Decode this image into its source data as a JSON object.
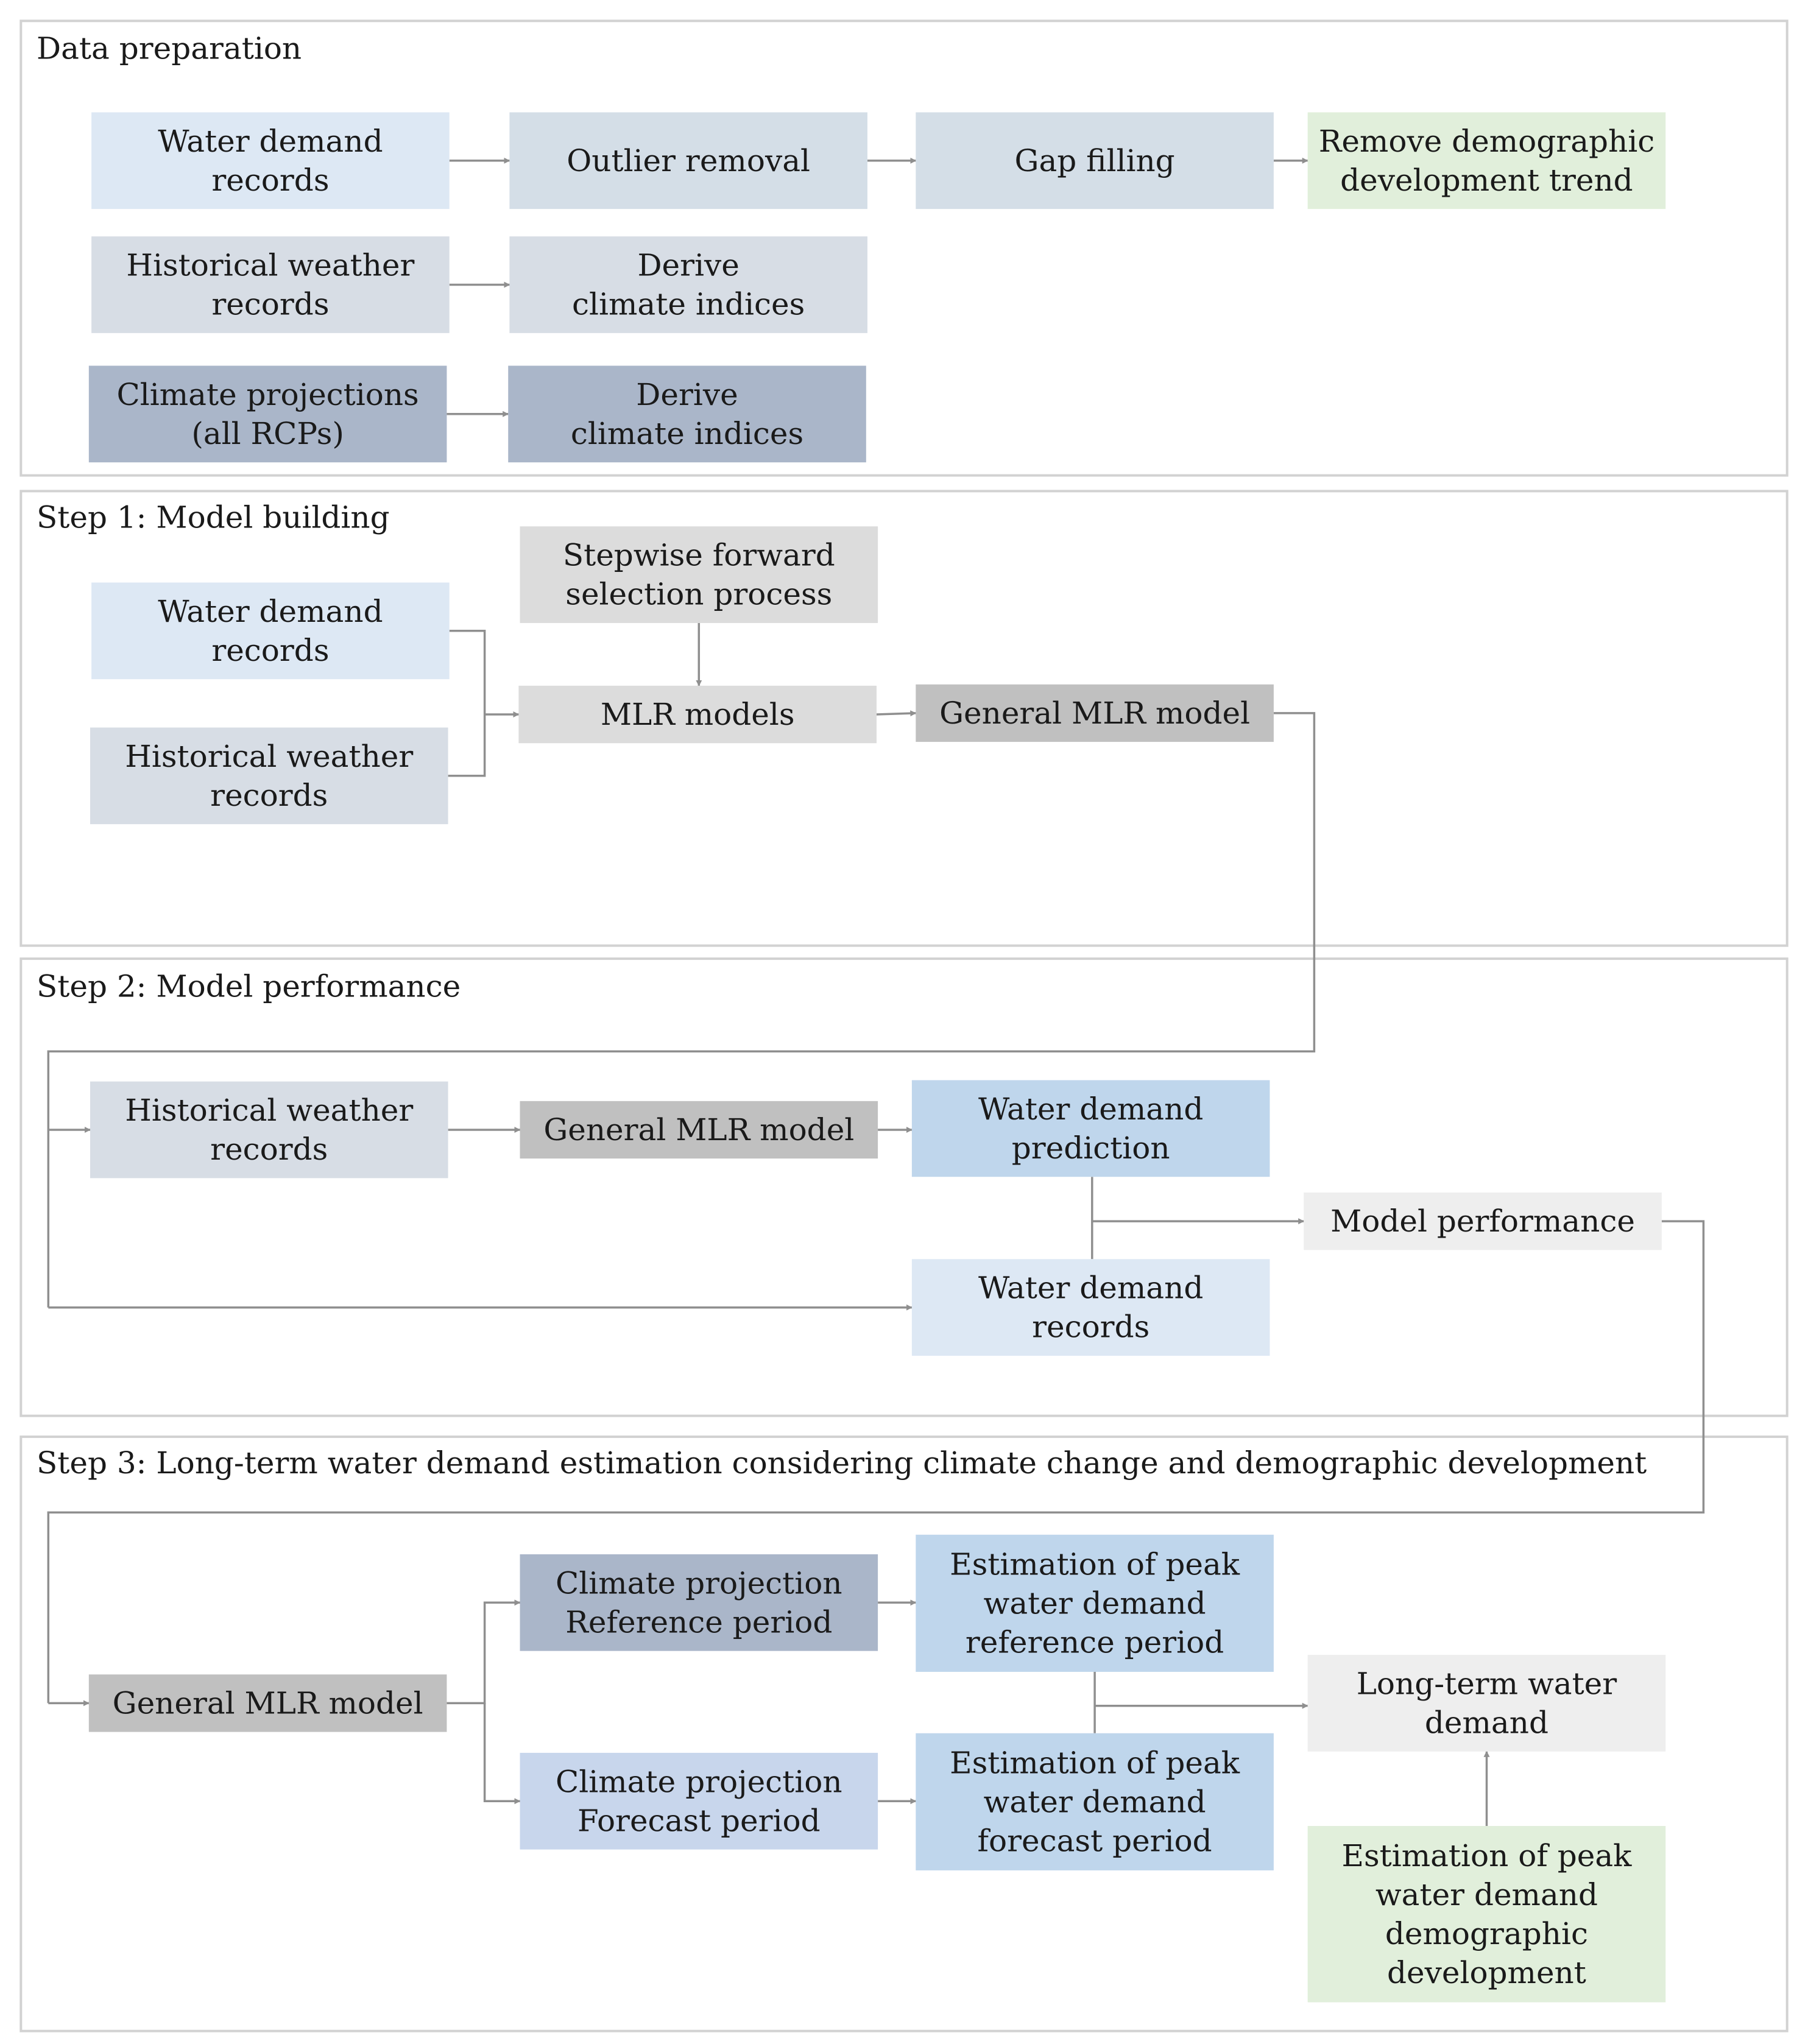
{
  "colors": {
    "records_light_blue": "#dde8f4",
    "process_blue_gray": "#d4dee7",
    "weather_gray_blue": "#d7dde5",
    "projection_slate": "#aab6c9",
    "demographic_green": "#e1efdb",
    "mlr_light_gray": "#dcdcdc",
    "general_mlr_gray": "#c0c0c0",
    "prediction_blue": "#bfd6ec",
    "forecast_blue": "#c8d6ec",
    "output_light_gray": "#eeeeee",
    "frame_border": "#d2d2d2",
    "arrow_gray": "#8f8f8f"
  },
  "sections": [
    {
      "id": "prep",
      "title": "Data preparation"
    },
    {
      "id": "step1",
      "title": "Step 1: Model building"
    },
    {
      "id": "step2",
      "title": "Step 2: Model performance"
    },
    {
      "id": "step3",
      "title": "Step 3: Long-term water demand estimation considering climate change and demographic development"
    }
  ],
  "boxes": {
    "prep_water_demand_records": {
      "lines": [
        "Water demand",
        "records"
      ],
      "color": "records_light_blue"
    },
    "prep_outlier_removal": {
      "lines": [
        "Outlier removal"
      ],
      "color": "process_blue_gray"
    },
    "prep_gap_filling": {
      "lines": [
        "Gap filling"
      ],
      "color": "process_blue_gray"
    },
    "prep_remove_demographic_trend": {
      "lines": [
        "Remove demographic",
        "development trend"
      ],
      "color": "demographic_green"
    },
    "prep_historical_weather_records": {
      "lines": [
        "Historical weather",
        "records"
      ],
      "color": "weather_gray_blue"
    },
    "prep_derive_climate_indices_hist": {
      "lines": [
        "Derive",
        "climate indices"
      ],
      "color": "weather_gray_blue"
    },
    "prep_climate_projections": {
      "lines": [
        "Climate projections",
        "(all RCPs)"
      ],
      "color": "projection_slate"
    },
    "prep_derive_climate_indices_proj": {
      "lines": [
        "Derive",
        "climate indices"
      ],
      "color": "projection_slate"
    },
    "s1_stepwise_selection": {
      "lines": [
        "Stepwise forward",
        "selection process"
      ],
      "color": "mlr_light_gray"
    },
    "s1_water_demand_records": {
      "lines": [
        "Water demand",
        "records"
      ],
      "color": "records_light_blue"
    },
    "s1_historical_weather_records": {
      "lines": [
        "Historical weather",
        "records"
      ],
      "color": "weather_gray_blue"
    },
    "s1_mlr_models": {
      "lines": [
        "MLR models"
      ],
      "color": "mlr_light_gray"
    },
    "s1_general_mlr_model": {
      "lines": [
        "General MLR model"
      ],
      "color": "general_mlr_gray"
    },
    "s2_historical_weather_records": {
      "lines": [
        "Historical weather",
        "records"
      ],
      "color": "weather_gray_blue"
    },
    "s2_general_mlr_model": {
      "lines": [
        "General MLR model"
      ],
      "color": "general_mlr_gray"
    },
    "s2_water_demand_prediction": {
      "lines": [
        "Water demand",
        "prediction"
      ],
      "color": "prediction_blue"
    },
    "s2_model_performance": {
      "lines": [
        "Model performance"
      ],
      "color": "output_light_gray"
    },
    "s2_water_demand_records": {
      "lines": [
        "Water demand",
        "records"
      ],
      "color": "records_light_blue"
    },
    "s3_general_mlr_model": {
      "lines": [
        "General MLR model"
      ],
      "color": "general_mlr_gray"
    },
    "s3_climate_projection_reference": {
      "lines": [
        "Climate projection",
        "Reference period"
      ],
      "color": "projection_slate"
    },
    "s3_peak_reference": {
      "lines": [
        "Estimation of peak",
        "water demand",
        "reference period"
      ],
      "color": "prediction_blue"
    },
    "s3_climate_projection_forecast": {
      "lines": [
        "Climate projection",
        "Forecast period"
      ],
      "color": "forecast_blue"
    },
    "s3_peak_forecast": {
      "lines": [
        "Estimation of peak",
        "water demand",
        "forecast period"
      ],
      "color": "prediction_blue"
    },
    "s3_long_term_demand": {
      "lines": [
        "Long-term water",
        "demand"
      ],
      "color": "output_light_gray"
    },
    "s3_peak_demographic": {
      "lines": [
        "Estimation of peak",
        "water demand",
        "demographic",
        "development"
      ],
      "color": "demographic_green"
    }
  }
}
